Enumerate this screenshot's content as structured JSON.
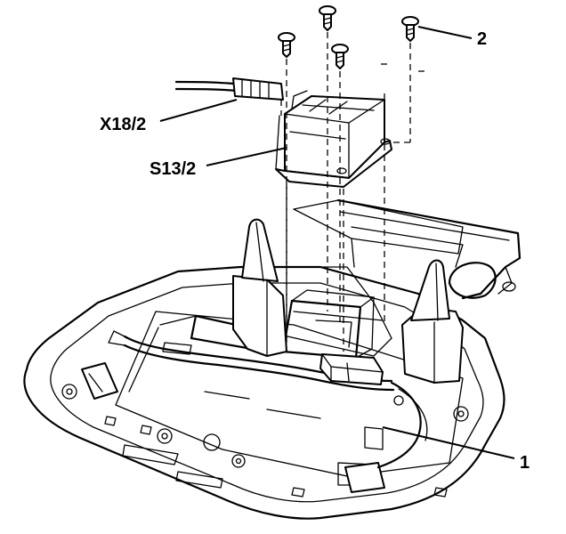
{
  "callouts": {
    "screw": "2",
    "connector": "X18/2",
    "switch": "S13/2",
    "housing": "1"
  },
  "colors": {
    "ink": "#000000",
    "paper": "#ffffff"
  }
}
